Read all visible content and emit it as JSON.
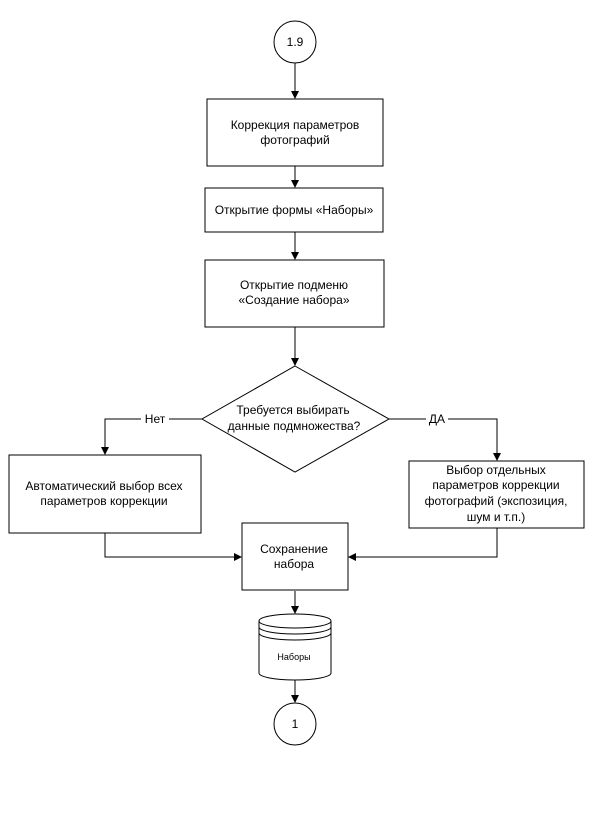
{
  "nodes": {
    "start_connector": "1.9",
    "step_correction": [
      "Коррекция параметров",
      "фотографий"
    ],
    "step_open_form": "Открытие формы «Наборы»",
    "step_open_submenu": [
      "Открытие подменю",
      "«Создание набора»"
    ],
    "decision": [
      "Требуется выбирать",
      "данные подмножества?"
    ],
    "auto_select": [
      "Автоматический выбор всех",
      "параметров коррекции"
    ],
    "manual_select": [
      "Выбор отдельных",
      "параметров коррекции",
      "фотографий (экспозиция,",
      "шум и т.п.)"
    ],
    "save_set": [
      "Сохранение",
      "набора"
    ],
    "database": "Наборы",
    "end_connector": "1"
  },
  "edges": {
    "no_label": "Нет",
    "yes_label": "ДА"
  }
}
